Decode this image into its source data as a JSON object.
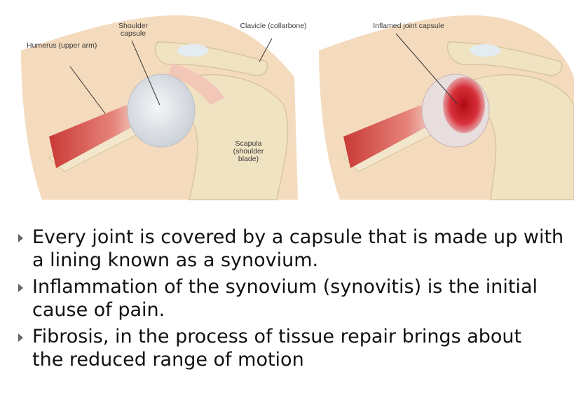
{
  "labels": {
    "shoulder_capsule": "Shoulder capsule",
    "clavicle": "Clavicle (collarbone)",
    "humerus": "Humerus (upper arm)",
    "scapula": "Scapula (shoulder blade)",
    "inflamed_capsule": "Inflamed joint capsule"
  },
  "bullets": [
    "Every joint is covered by a capsule that is made up with a lining known as a synovium.",
    "Inflammation of the synovium (synovitis) is the initial cause of pain.",
    "Fibrosis, in the process of tissue repair brings about the reduced range of motion"
  ],
  "colors": {
    "skin": "#f3d9b8",
    "bone": "#efe2c0",
    "capsule": "#dfe3e8",
    "muscle": "#d8453f",
    "inflamed": "#c8141e"
  }
}
